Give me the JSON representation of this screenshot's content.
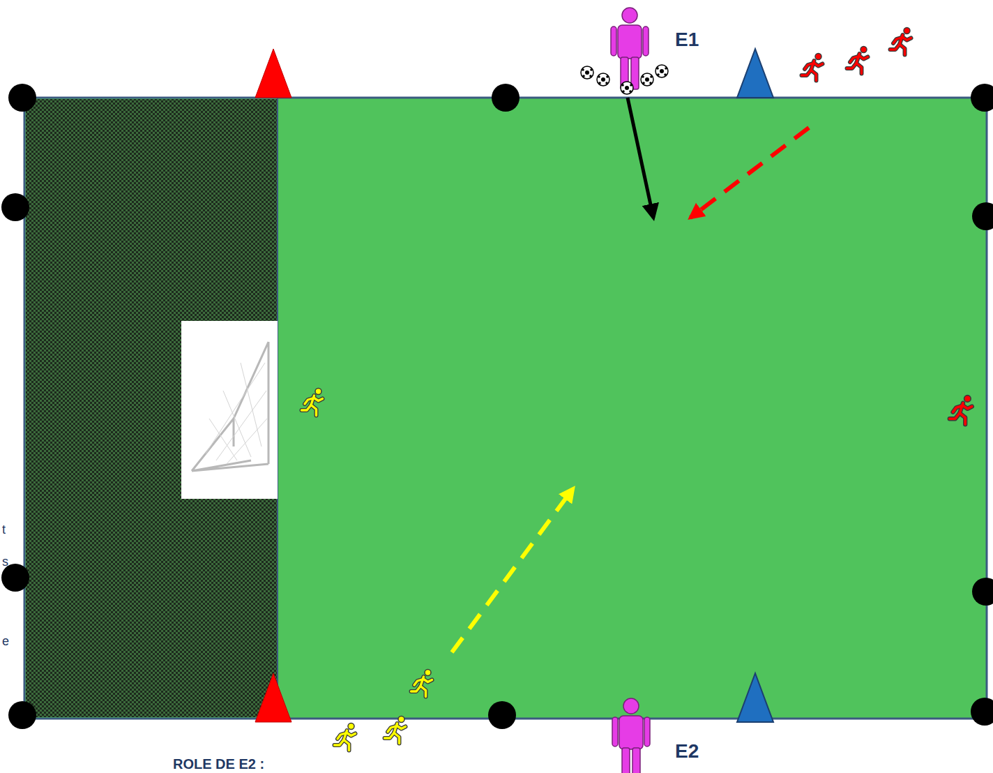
{
  "diagram": {
    "labels": [
      "E1",
      "E2",
      "ROLE DE E2 :",
      "t",
      "s",
      "e"
    ]
  }
}
